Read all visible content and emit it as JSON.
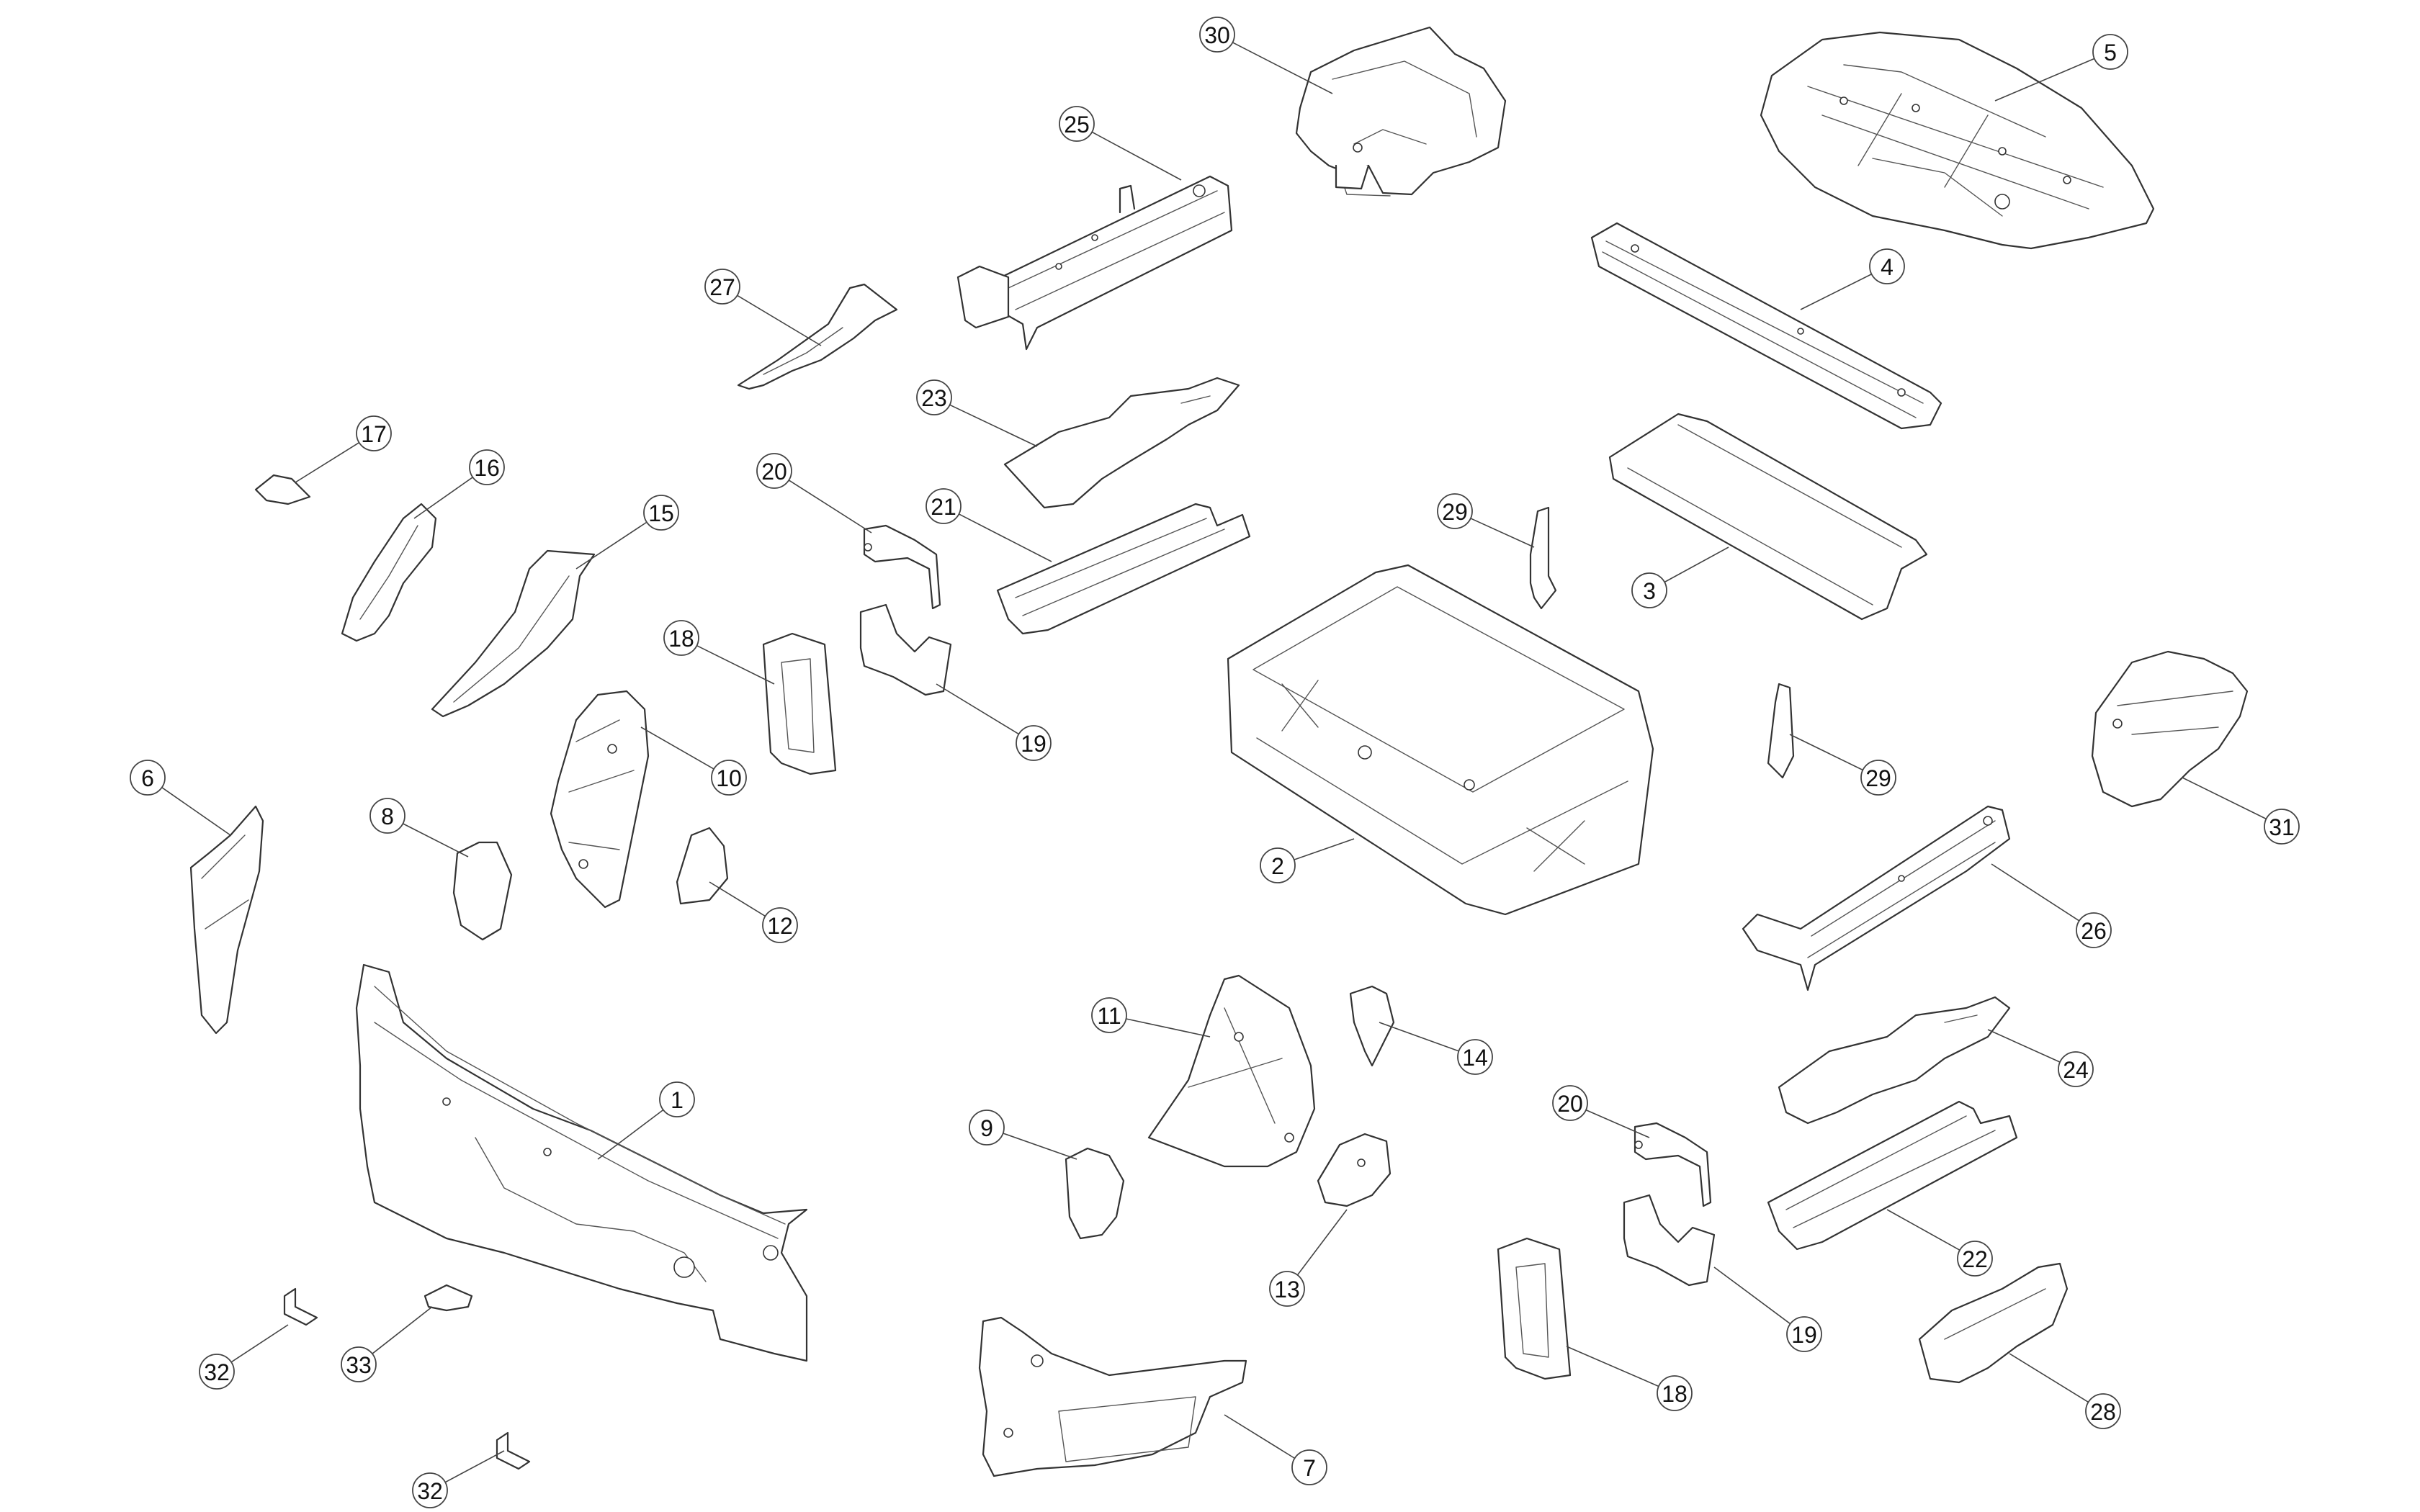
{
  "diagram": {
    "callouts": [
      {
        "id": "c30",
        "number": "30"
      },
      {
        "id": "c5",
        "number": "5"
      },
      {
        "id": "c25",
        "number": "25"
      },
      {
        "id": "c27",
        "number": "27"
      },
      {
        "id": "c4",
        "number": "4"
      },
      {
        "id": "c23",
        "number": "23"
      },
      {
        "id": "c17",
        "number": "17"
      },
      {
        "id": "c16",
        "number": "16"
      },
      {
        "id": "c20a",
        "number": "20"
      },
      {
        "id": "c15",
        "number": "15"
      },
      {
        "id": "c21",
        "number": "21"
      },
      {
        "id": "c29a",
        "number": "29"
      },
      {
        "id": "c3",
        "number": "3"
      },
      {
        "id": "c18a",
        "number": "18"
      },
      {
        "id": "c19a",
        "number": "19"
      },
      {
        "id": "c10",
        "number": "10"
      },
      {
        "id": "c29b",
        "number": "29"
      },
      {
        "id": "c31",
        "number": "31"
      },
      {
        "id": "c6",
        "number": "6"
      },
      {
        "id": "c8",
        "number": "8"
      },
      {
        "id": "c2",
        "number": "2"
      },
      {
        "id": "c12",
        "number": "12"
      },
      {
        "id": "c26",
        "number": "26"
      },
      {
        "id": "c11",
        "number": "11"
      },
      {
        "id": "c14",
        "number": "14"
      },
      {
        "id": "c24",
        "number": "24"
      },
      {
        "id": "c1",
        "number": "1"
      },
      {
        "id": "c20b",
        "number": "20"
      },
      {
        "id": "c9",
        "number": "9"
      },
      {
        "id": "c22",
        "number": "22"
      },
      {
        "id": "c13",
        "number": "13"
      },
      {
        "id": "c19b",
        "number": "19"
      },
      {
        "id": "c18b",
        "number": "18"
      },
      {
        "id": "c28",
        "number": "28"
      },
      {
        "id": "c32a",
        "number": "32"
      },
      {
        "id": "c33",
        "number": "33"
      },
      {
        "id": "c7",
        "number": "7"
      },
      {
        "id": "c32b",
        "number": "32"
      }
    ]
  }
}
